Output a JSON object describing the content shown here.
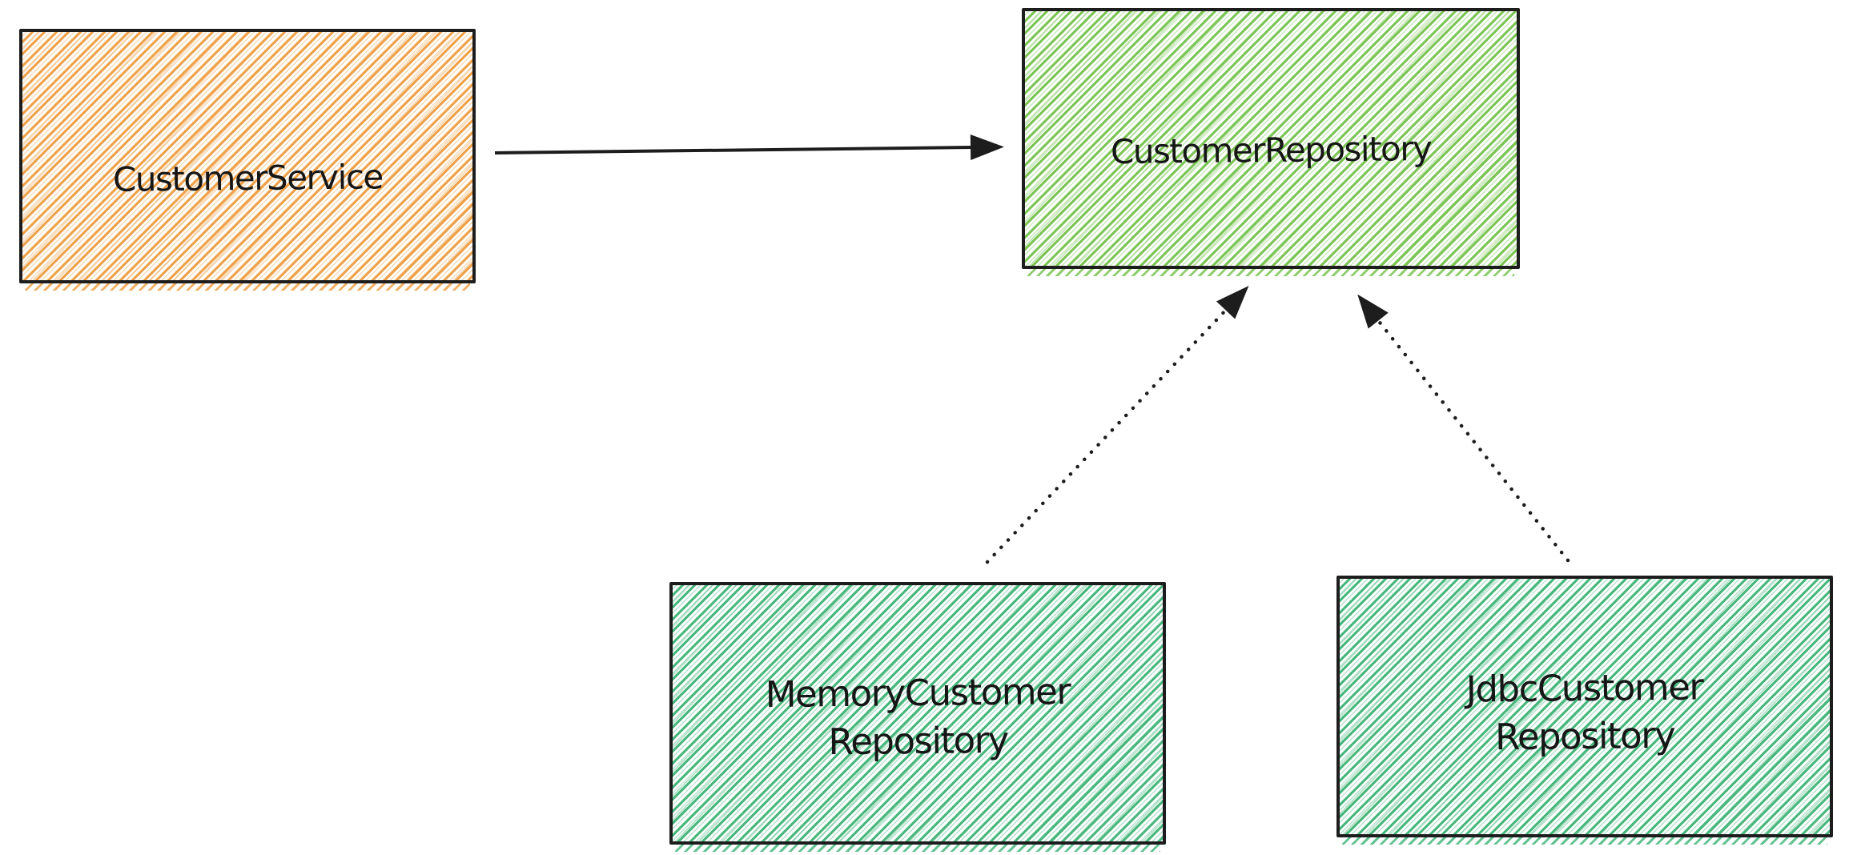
{
  "canvas": {
    "background": "#ffffff",
    "ink_color": "#1d1d1d"
  },
  "nodes": {
    "service": {
      "label": "CustomerService",
      "hatch_color": "#efa24a",
      "border_color": "#1d1d1d"
    },
    "repository": {
      "label": "CustomerRepository",
      "hatch_color": "#7dc556",
      "border_color": "#1d1d1d"
    },
    "memory": {
      "label_line1": "MemoryCustomer",
      "label_line2": "Repository",
      "hatch_color": "#49b87e",
      "border_color": "#1d1d1d"
    },
    "jdbc": {
      "label_line1": "JdbcCustomer",
      "label_line2": "Repository",
      "hatch_color": "#49b87e",
      "border_color": "#1d1d1d"
    }
  },
  "edges": {
    "service_to_repository": {
      "from": "CustomerService",
      "to": "CustomerRepository",
      "line_style": "solid",
      "color": "#1d1d1d"
    },
    "memory_to_repository": {
      "from": "MemoryCustomerRepository",
      "to": "CustomerRepository",
      "line_style": "dotted",
      "color": "#1d1d1d"
    },
    "jdbc_to_repository": {
      "from": "JdbcCustomerRepository",
      "to": "CustomerRepository",
      "line_style": "dotted",
      "color": "#1d1d1d"
    }
  }
}
